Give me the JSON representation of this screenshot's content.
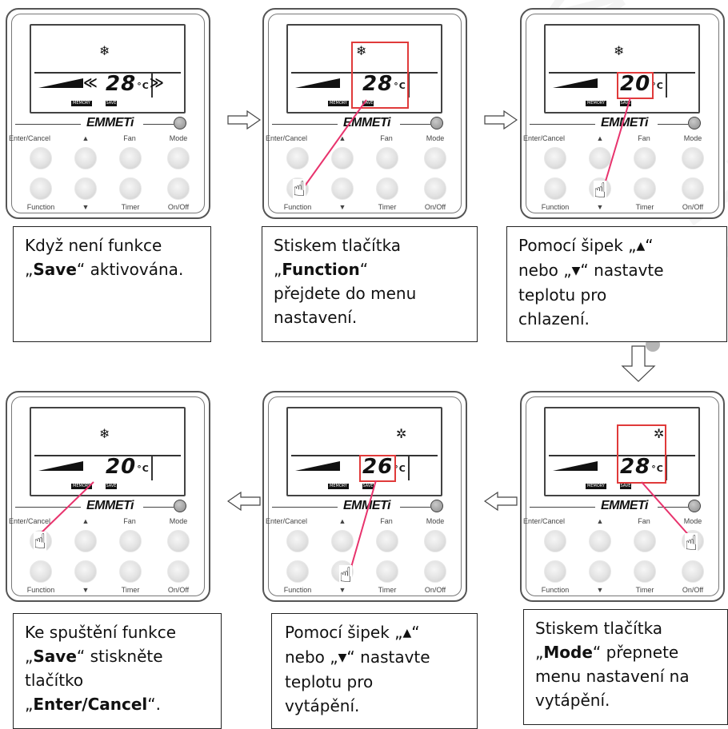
{
  "brand": "EMMETi",
  "button_labels": {
    "enter_cancel": "Enter/Cancel",
    "up": "▲",
    "fan": "Fan",
    "mode": "Mode",
    "function": "Function",
    "down": "▼",
    "timer": "Timer",
    "on_off": "On/Off"
  },
  "lcd_chips": [
    "MEMORY",
    "SAVE"
  ],
  "panels": [
    {
      "temperature": "28",
      "unit": "°C",
      "mode_icon": "snowflake-icon"
    },
    {
      "temperature": "28",
      "unit": "°C",
      "mode_icon": "snowflake-icon"
    },
    {
      "temperature": "20",
      "unit": "°C",
      "mode_icon": "snowflake-icon"
    },
    {
      "temperature": "20",
      "unit": "°C",
      "mode_icon": "snowflake-icon"
    },
    {
      "temperature": "26",
      "unit": "°C",
      "mode_icon": "sun-icon"
    },
    {
      "temperature": "28",
      "unit": "°C",
      "mode_icon": "sun-icon"
    }
  ],
  "captions": {
    "step1": {
      "line1": "Když není funkce",
      "q_open": "„",
      "bold": "Save",
      "rest": "“ aktivována."
    },
    "step2": {
      "line1": "Stiskem tlačítka",
      "q_open": "„",
      "bold": "Function",
      "q_close": "“",
      "line3": "přejdete do menu",
      "line4": "nastavení."
    },
    "step3": {
      "line1a": "Pomocí šipek „",
      "up": "▲",
      "line1b": "“",
      "line2a": "nebo „",
      "down": "▼",
      "line2b": "“ nastavte",
      "line3": "teplotu pro",
      "line4": "chlazení."
    },
    "step4": {
      "line1": "Stiskem tlačítka",
      "q_open": "„",
      "bold": "Mode",
      "rest": "“ přepnete",
      "line3": "menu nastavení na",
      "line4": "vytápění."
    },
    "step5": {
      "line1a": "Pomocí šipek „",
      "up": "▲",
      "line1b": "“",
      "line2a": "nebo „",
      "down": "▼",
      "line2b": "“ nastavte",
      "line3": "teplotu pro",
      "line4": "vytápění."
    },
    "step6": {
      "line1": "Ke spuštění funkce",
      "q_open": "„",
      "bold": "Save",
      "rest": "“ stiskněte",
      "line3": "tlačítko",
      "q_open2": "„",
      "bold2": "Enter/Cancel",
      "q_close2": "“."
    }
  },
  "colors": {
    "highlight": "#e03a3a",
    "pointer_line": "#e8336d"
  }
}
